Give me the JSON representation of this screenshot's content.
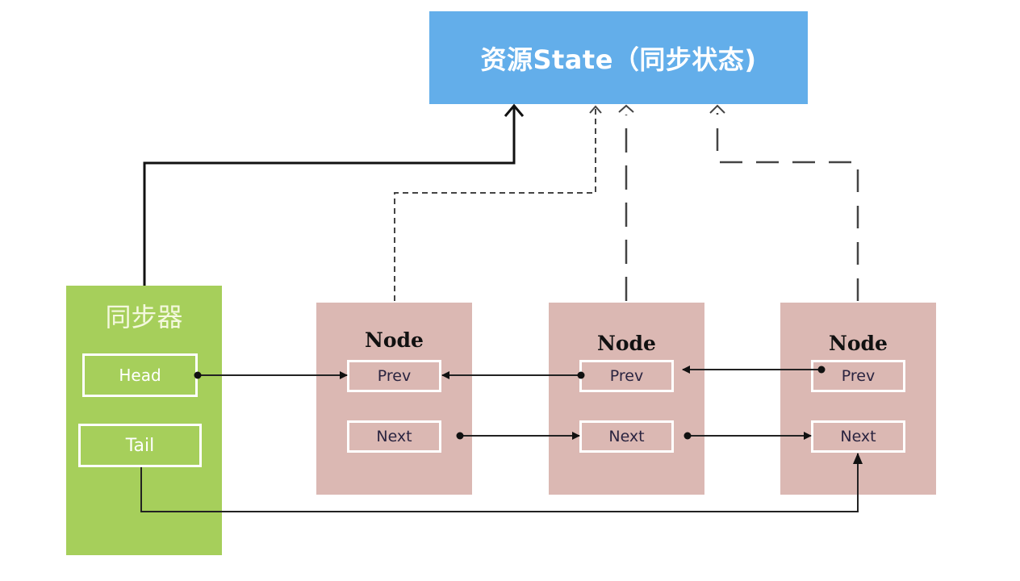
{
  "state_box": {
    "label": "资源State（同步状态)"
  },
  "synchronizer": {
    "title": "同步器",
    "fields": {
      "head": "Head",
      "tail": "Tail"
    }
  },
  "nodes": [
    {
      "title": "Node",
      "prev": "Prev",
      "next": "Next"
    },
    {
      "title": "Node",
      "prev": "Prev",
      "next": "Next"
    },
    {
      "title": "Node",
      "prev": "Prev",
      "next": "Next"
    }
  ],
  "colors": {
    "state": "#63aeea",
    "synchronizer": "#a6cf5b",
    "node": "#dbb8b3",
    "line": "#111111",
    "dashed_line": "#444444"
  },
  "connections": [
    {
      "from": "synchronizer",
      "to": "state_box",
      "style": "solid"
    },
    {
      "from": "node-1",
      "to": "state_box",
      "style": "dashed"
    },
    {
      "from": "node-2",
      "to": "state_box",
      "style": "dashed"
    },
    {
      "from": "node-3",
      "to": "state_box",
      "style": "dashed"
    },
    {
      "from": "head",
      "to": "node-1.prev",
      "style": "solid"
    },
    {
      "from": "node-2.prev",
      "to": "node-1.prev",
      "style": "solid"
    },
    {
      "from": "node-3.prev",
      "to": "node-2.prev",
      "style": "solid"
    },
    {
      "from": "node-1.next",
      "to": "node-2.next",
      "style": "solid"
    },
    {
      "from": "node-2.next",
      "to": "node-3.next",
      "style": "solid"
    },
    {
      "from": "tail",
      "to": "node-3.next",
      "style": "solid"
    }
  ]
}
